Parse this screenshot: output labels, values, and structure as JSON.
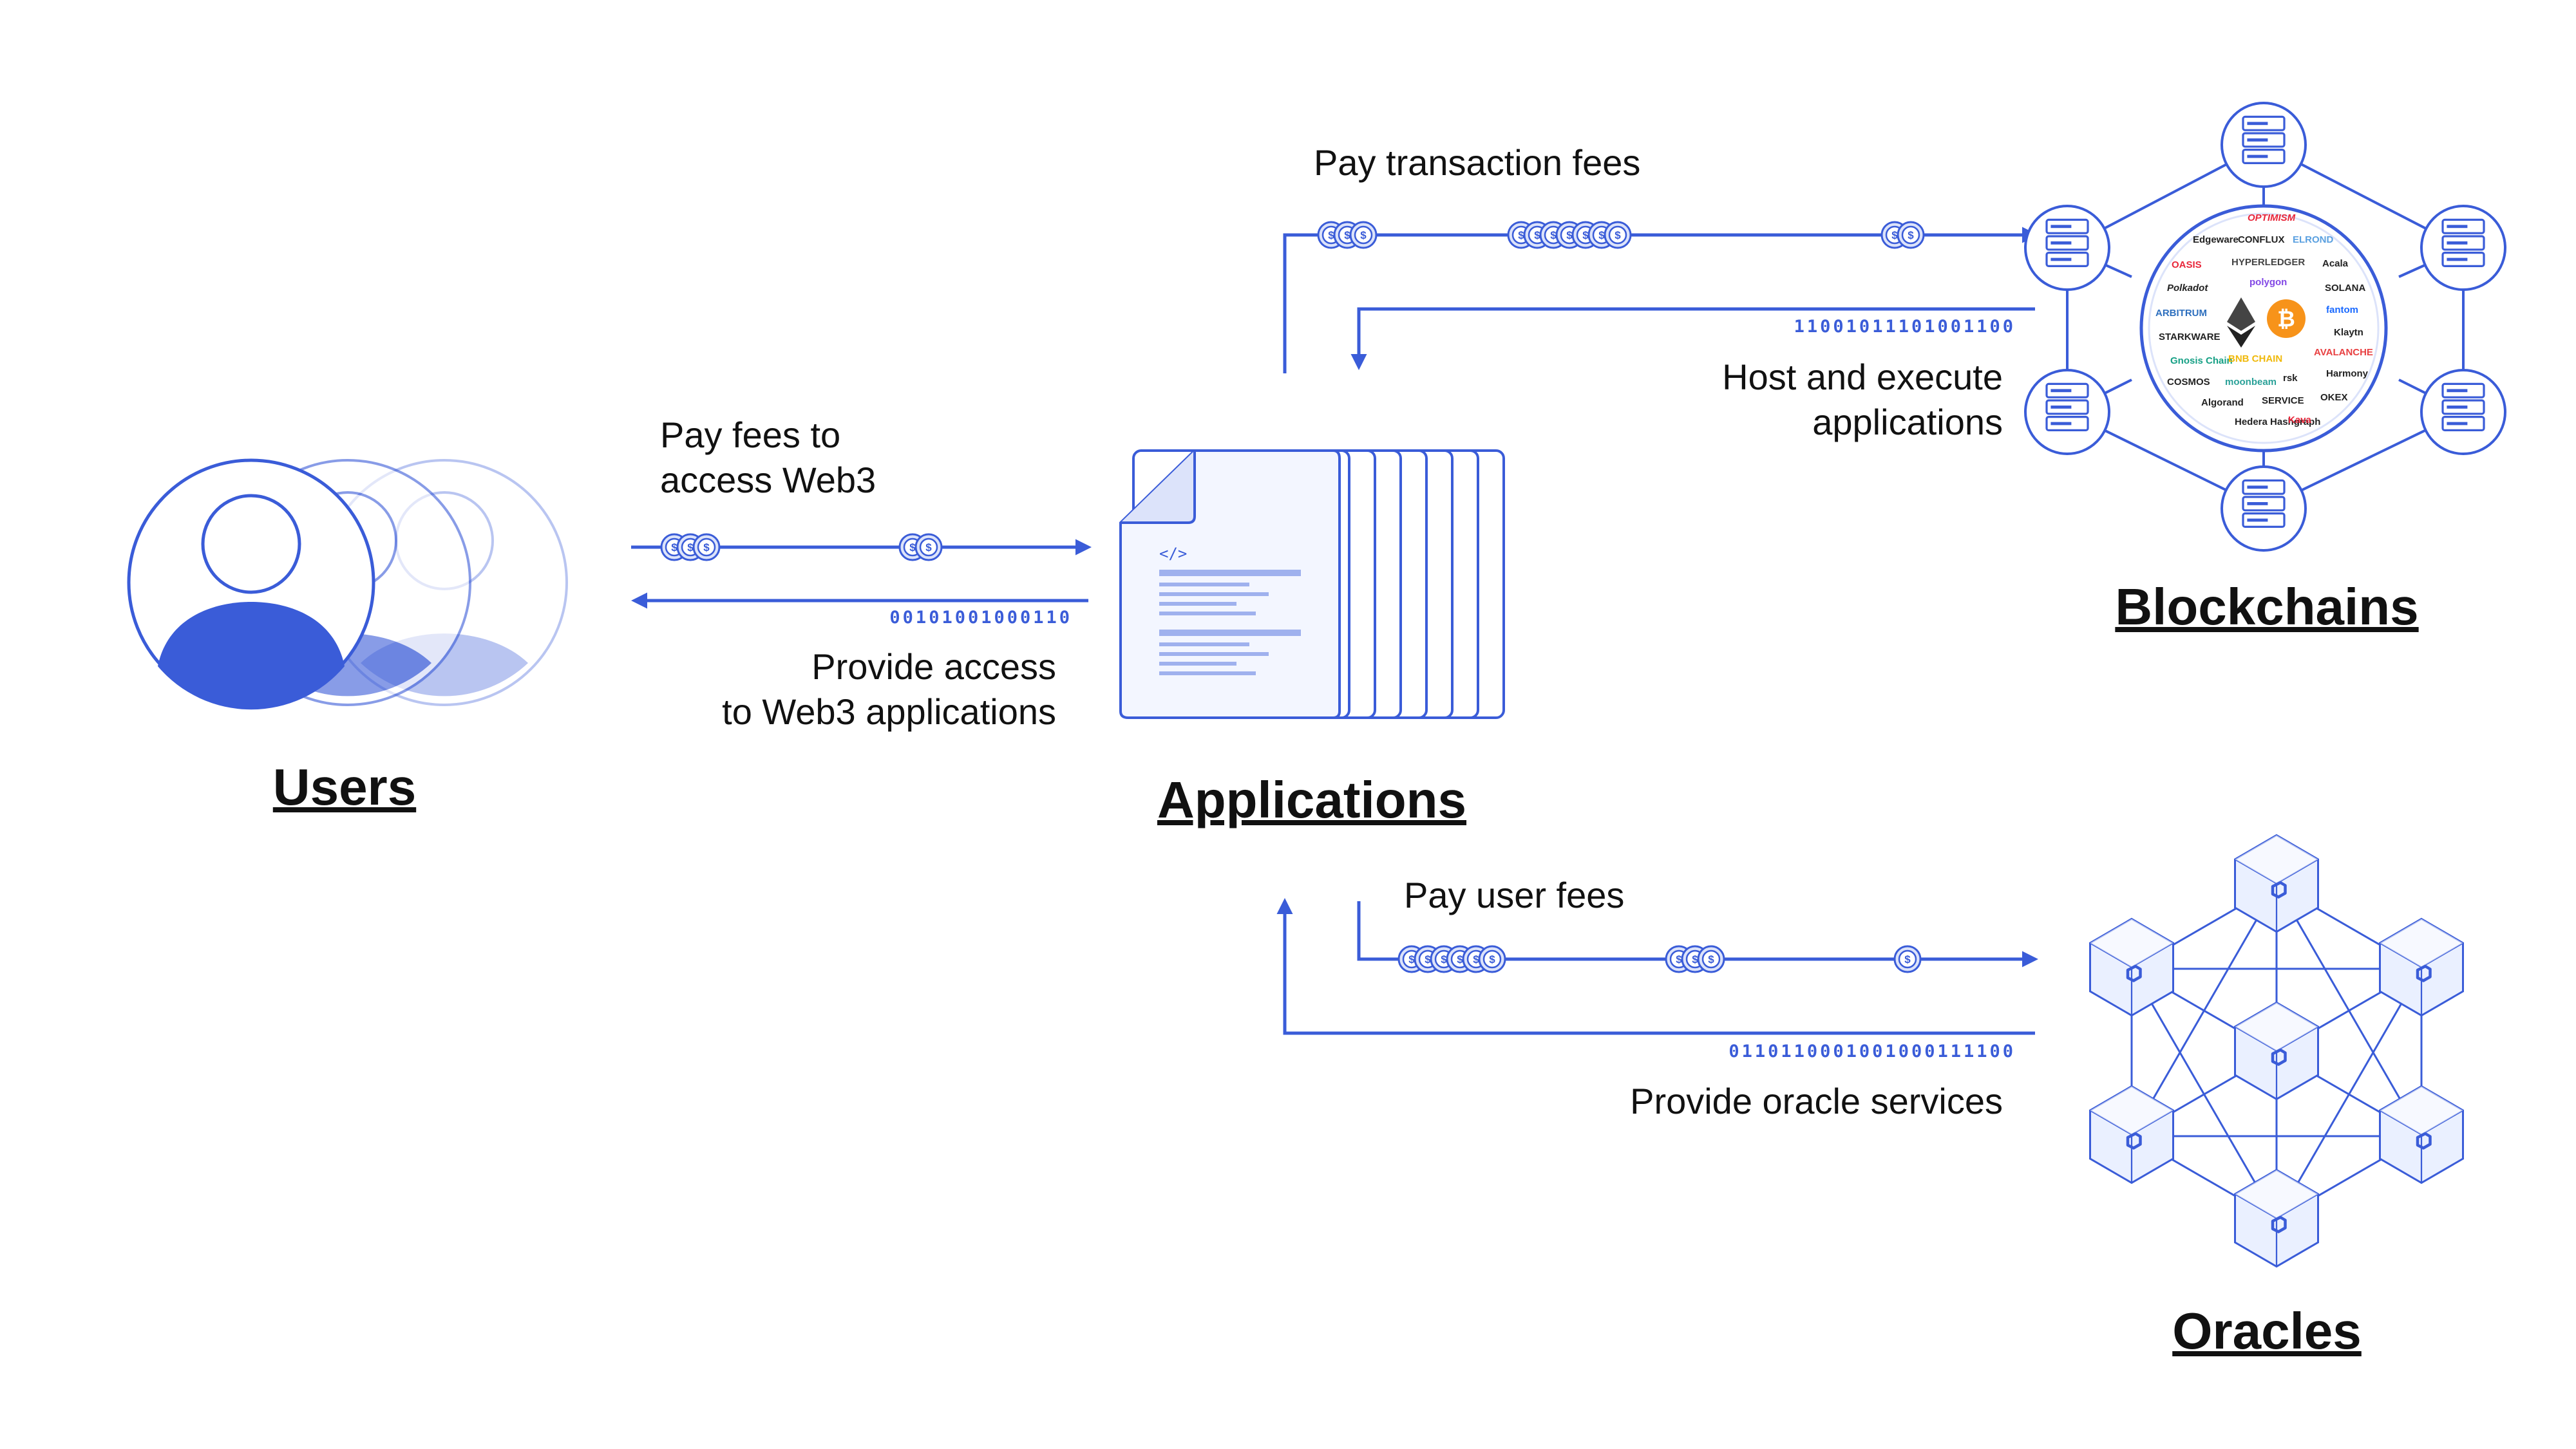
{
  "colors": {
    "accent": "#3A5CD8",
    "light": "#DCE3FA",
    "text": "#111111"
  },
  "nodes": {
    "users": "Users",
    "applications": "Applications",
    "blockchains": "Blockchains",
    "oracles": "Oracles"
  },
  "flows": {
    "pay_fees_line1": "Pay fees to",
    "pay_fees_line2": "access Web3",
    "provide_access_line1": "Provide access",
    "provide_access_line2": "to Web3 applications",
    "pay_tx_fees": "Pay transaction fees",
    "host_line1": "Host and execute",
    "host_line2": "applications",
    "pay_user_fees": "Pay user fees",
    "provide_oracle": "Provide oracle services"
  },
  "binary": {
    "users_apps": "00101001000110",
    "apps_chains": "11001011101001100",
    "apps_oracles": "0110110001001000111100"
  },
  "code_icon": "</>",
  "coin_symbol": "$",
  "blockchain_logos": [
    "OPTIMISM",
    "Edgeware",
    "CONFLUX",
    "ELROND",
    "OASIS",
    "HYPERLEDGER",
    "Acala",
    "polygon",
    "Polkadot",
    "SOLANA",
    "ARBITRUM",
    "fantom",
    "STARKWARE",
    "Klaytn",
    "Gnosis Chain",
    "BNB CHAIN",
    "AVALANCHE",
    "COSMOS",
    "moonbeam",
    "rsk",
    "Harmony",
    "Algorand",
    "SERVICE",
    "OKEX",
    "Hedera Hashgraph",
    "Kava"
  ]
}
